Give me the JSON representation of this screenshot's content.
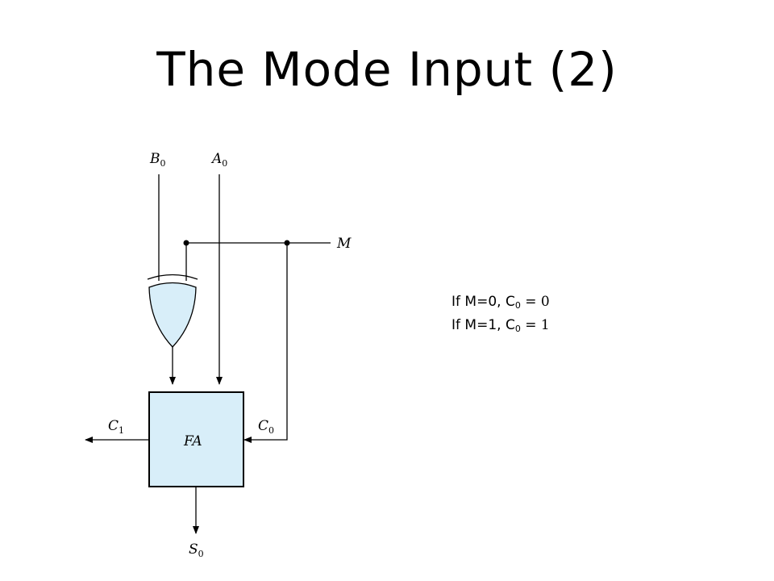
{
  "slide": {
    "title": "The Mode Input (2)"
  },
  "diagram": {
    "inputs": {
      "b": {
        "letter": "B",
        "sub": "0"
      },
      "a": {
        "letter": "A",
        "sub": "0"
      },
      "mode": {
        "letter": "M"
      }
    },
    "full_adder_label": "FA",
    "carry_out": {
      "letter": "C",
      "sub": "1"
    },
    "carry_in": {
      "letter": "C",
      "sub": "0"
    },
    "sum": {
      "letter": "S",
      "sub": "0"
    },
    "colors": {
      "fill": "#d8eef9",
      "stroke": "#000000"
    }
  },
  "notes": {
    "line1": {
      "prefix": "If M=0, ",
      "c": "C",
      "sub": "0",
      "eq": " = 0"
    },
    "line2": {
      "prefix": "If M=1, ",
      "c": "C",
      "sub": "0",
      "eq": " = 1"
    }
  }
}
